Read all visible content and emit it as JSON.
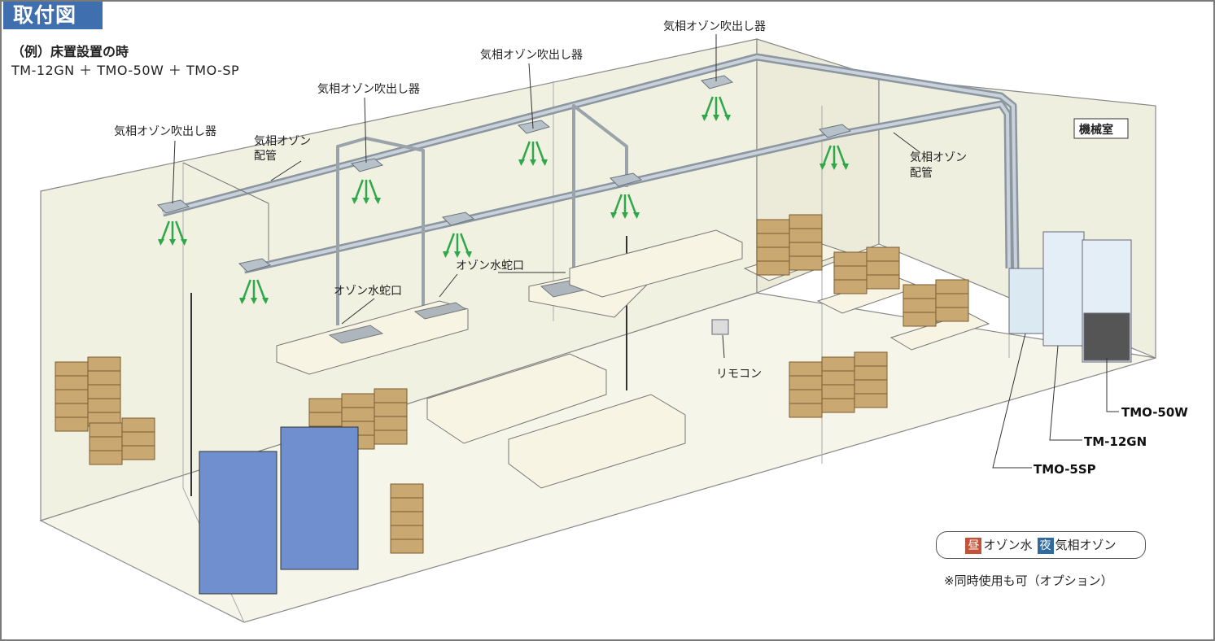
{
  "header": {
    "title": "取付図",
    "subtitle": "（例）床置設置の時",
    "models": "TM-12GN ＋ TMO-50W ＋ TMO-SP"
  },
  "labels": {
    "diffuser": "気相オゾン吹出し器",
    "pipe_line1": "気相オゾン",
    "pipe_line2": "配管",
    "faucet": "オゾン水蛇口",
    "machine_room": "機械室",
    "remote": "リモコン"
  },
  "equipment": {
    "tmo50w": "TMO-50W",
    "tm12gn": "TM-12GN",
    "tmo5sp": "TMO-5SP"
  },
  "legend": {
    "day_badge": "昼",
    "day_label": "オゾン水",
    "night_badge": "夜",
    "night_label": "気相オゾン",
    "note": "※同時使用も可（オプション）"
  },
  "colors": {
    "title_bg": "#3f6fae",
    "arrow": "#2fa84a",
    "day": "#c2533a",
    "night": "#2f6aa0"
  }
}
